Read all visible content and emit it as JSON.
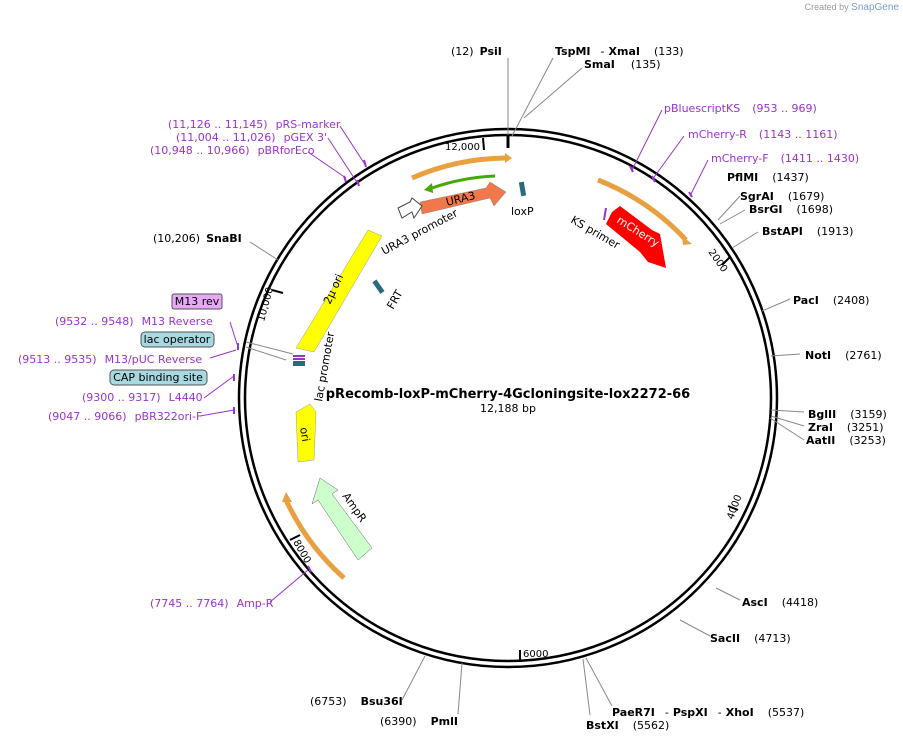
{
  "credit": {
    "prefix": "Created by",
    "brand": "SnapGene"
  },
  "plasmid": {
    "name": "pRecomb-loxP-mCherry-4Gcloningsite-lox2272-66",
    "size_label": "12,188 bp"
  },
  "ticks": [
    "12,000",
    "2000",
    "4000",
    "6000",
    "8000",
    "10,000"
  ],
  "enzymes": [
    {
      "name": "PsiI",
      "pos": "(12)"
    },
    {
      "name": "TspMI",
      "sep": "-",
      "name2": "XmaI",
      "pos": "(133)"
    },
    {
      "name": "SmaI",
      "pos": "(135)"
    },
    {
      "name": "PflMI",
      "pos": "(1437)"
    },
    {
      "name": "SgrAI",
      "pos": "(1679)"
    },
    {
      "name": "BsrGI",
      "pos": "(1698)"
    },
    {
      "name": "BstAPI",
      "pos": "(1913)"
    },
    {
      "name": "PacI",
      "pos": "(2408)"
    },
    {
      "name": "NotI",
      "pos": "(2761)"
    },
    {
      "name": "BglII",
      "pos": "(3159)"
    },
    {
      "name": "ZraI",
      "pos": "(3251)"
    },
    {
      "name": "AatII",
      "pos": "(3253)"
    },
    {
      "name": "AscI",
      "pos": "(4418)"
    },
    {
      "name": "SacII",
      "pos": "(4713)"
    },
    {
      "name": "PaeR7I",
      "sep": "-",
      "name2": "PspXI",
      "sep2": "-",
      "name3": "XhoI",
      "pos": "(5537)"
    },
    {
      "name": "BstXI",
      "pos": "(5562)"
    },
    {
      "name": "PmlI",
      "pos": "(6390)"
    },
    {
      "name": "Bsu36I",
      "pos": "(6753)"
    },
    {
      "name": "SnaBI",
      "pos": "(10,206)"
    }
  ],
  "primers": [
    {
      "name": "pBluescriptKS",
      "pos": "(953 .. 969)"
    },
    {
      "name": "mCherry-R",
      "pos": "(1143 .. 1161)"
    },
    {
      "name": "mCherry-F",
      "pos": "(1411 .. 1430)"
    },
    {
      "name": "pRS-marker",
      "pos": "(11,126 .. 11,145)"
    },
    {
      "name": "pGEX 3'",
      "pos": "(11,004 .. 11,026)"
    },
    {
      "name": "pBRforEco",
      "pos": "(10,948 .. 10,966)"
    },
    {
      "name": "M13 Reverse",
      "pos": "(9532 .. 9548)"
    },
    {
      "name": "M13/pUC Reverse",
      "pos": "(9513 .. 9535)"
    },
    {
      "name": "L4440",
      "pos": "(9300 .. 9317)"
    },
    {
      "name": "pBR322ori-F",
      "pos": "(9047 .. 9066)"
    },
    {
      "name": "Amp-R",
      "pos": "(7745 .. 7764)"
    }
  ],
  "boxed_features": [
    "M13 rev",
    "lac operator",
    "CAP binding site"
  ],
  "features": [
    "URA3",
    "URA3 promoter",
    "loxP",
    "KS primer",
    "mCherry",
    "2µ ori",
    "FRT",
    "lac promoter",
    "ori",
    "AmpR"
  ],
  "colors": {
    "backbone": "#000000",
    "primer": "#9a33cc",
    "ura3": "#f0784a",
    "mcherry": "#ff0000",
    "ori_yellow": "#ffff00",
    "ampr": "#ccffcc",
    "orange_arc": "#e8a040",
    "green_arrow": "#44aa00",
    "m13_box": "#e8a8f8",
    "lac_box": "#a8d8e0",
    "cap_box": "#a8d8e0"
  }
}
